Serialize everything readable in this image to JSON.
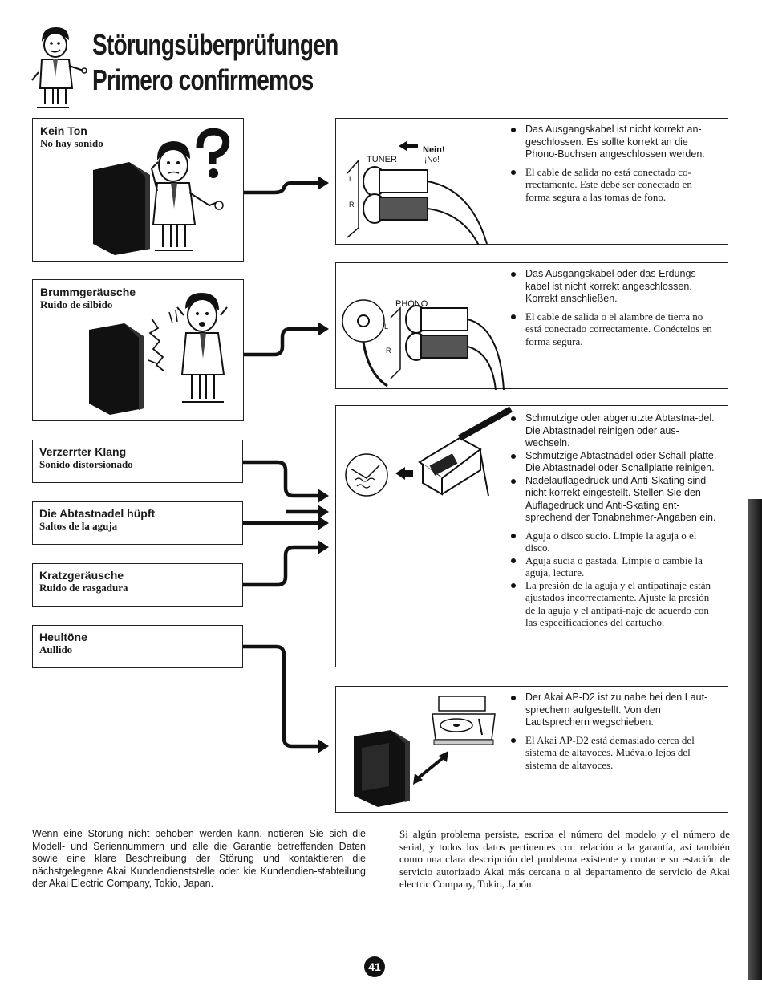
{
  "header": {
    "title_de": "Störungsüberprüfungen",
    "title_es": "Primero confirmemos"
  },
  "problems": [
    {
      "de": "Kein Ton",
      "es": "No hay sonido"
    },
    {
      "de": "Brummgeräusche",
      "es": "Ruido de silbido"
    },
    {
      "de": "Verzerrter Klang",
      "es": "Sonido distorsionado"
    },
    {
      "de": "Die Abtastnadel hüpft",
      "es": "Saltos de la aguja"
    },
    {
      "de": "Kratzgeräusche",
      "es": "Ruido de rasgadura"
    },
    {
      "de": "Heultöne",
      "es": "Aullido"
    }
  ],
  "diagram_labels": {
    "tuner": "TUNER",
    "phono": "PHONO",
    "left": "L",
    "right": "R",
    "nein": "Nein!",
    "no": "¡No!"
  },
  "solutions": {
    "s1": [
      {
        "de": "Das Ausgangskabel ist nicht korrekt an-geschlossen. Es sollte korrekt an die Phono-Buchsen angeschlossen werden."
      },
      {
        "es": "El cable de salida no está conectado co-rrectamente. Este debe ser conectado en forma segura a las tomas de fono."
      }
    ],
    "s2": [
      {
        "de": "Das Ausgangskabel oder das Erdungs-kabel ist nicht korrekt angeschlossen. Korrekt anschließen."
      },
      {
        "es": "El cable de salida o el alambre de tierra no está conectado correctamente. Conéctelos en forma segura."
      }
    ],
    "s3": [
      {
        "de": "Schmutzige oder abgenutzte Abtastna-del. Die Abtastnadel reinigen oder aus-wechseln."
      },
      {
        "de": "Schmutzige Abtastnadel oder Schall-platte. Die Abtastnadel oder Schallplatte reinigen."
      },
      {
        "de": "Nadelauflagedruck und Anti-Skating sind nicht korrekt eingestellt. Stellen Sie den Auflagedruck und Anti-Skating ent-sprechend der Tonabnehmer-Angaben ein."
      },
      {
        "es": "Aguja o disco sucio. Limpie la aguja o el disco."
      },
      {
        "es": "Aguja sucia o gastada. Limpie o cambie la aguja, lecture."
      },
      {
        "es": "La presión de la aguja y el antipatinaje están ajustados incorrectamente. Ajuste la presión de la aguja y el antipati-naje de acuerdo con las especificaciones del cartucho."
      }
    ],
    "s4": [
      {
        "de": "Der Akai AP-D2 ist zu nahe bei den Laut-sprechern aufgestellt. Von den Lautsprechern wegschieben."
      },
      {
        "es": "El Akai AP-D2 está demasiado cerca del sistema de altavoces. Muévalo lejos del sistema de altavoces."
      }
    ]
  },
  "footer": {
    "de": "Wenn eine Störung nicht behoben werden kann, notieren Sie sich die Modell- und Seriennummern und alle die Garantie betreffenden Daten sowie eine klare Beschreibung der Störung und kontaktieren die nächstgelegene Akai Kundendienststelle oder kie Kundendien-stabteilung der Akai Electric Company, Tokio, Japan.",
    "es": "Si algún problema persiste, escriba el número del modelo y el número de serial, y todos los datos pertinentes con relación a la garantía, así también como una clara descripción del problema existente y contacte su estación de servicio autorizado Akai más cercana o al departamento de servicio de Akai electric Company, Tokio, Japón."
  },
  "page_number": "41"
}
